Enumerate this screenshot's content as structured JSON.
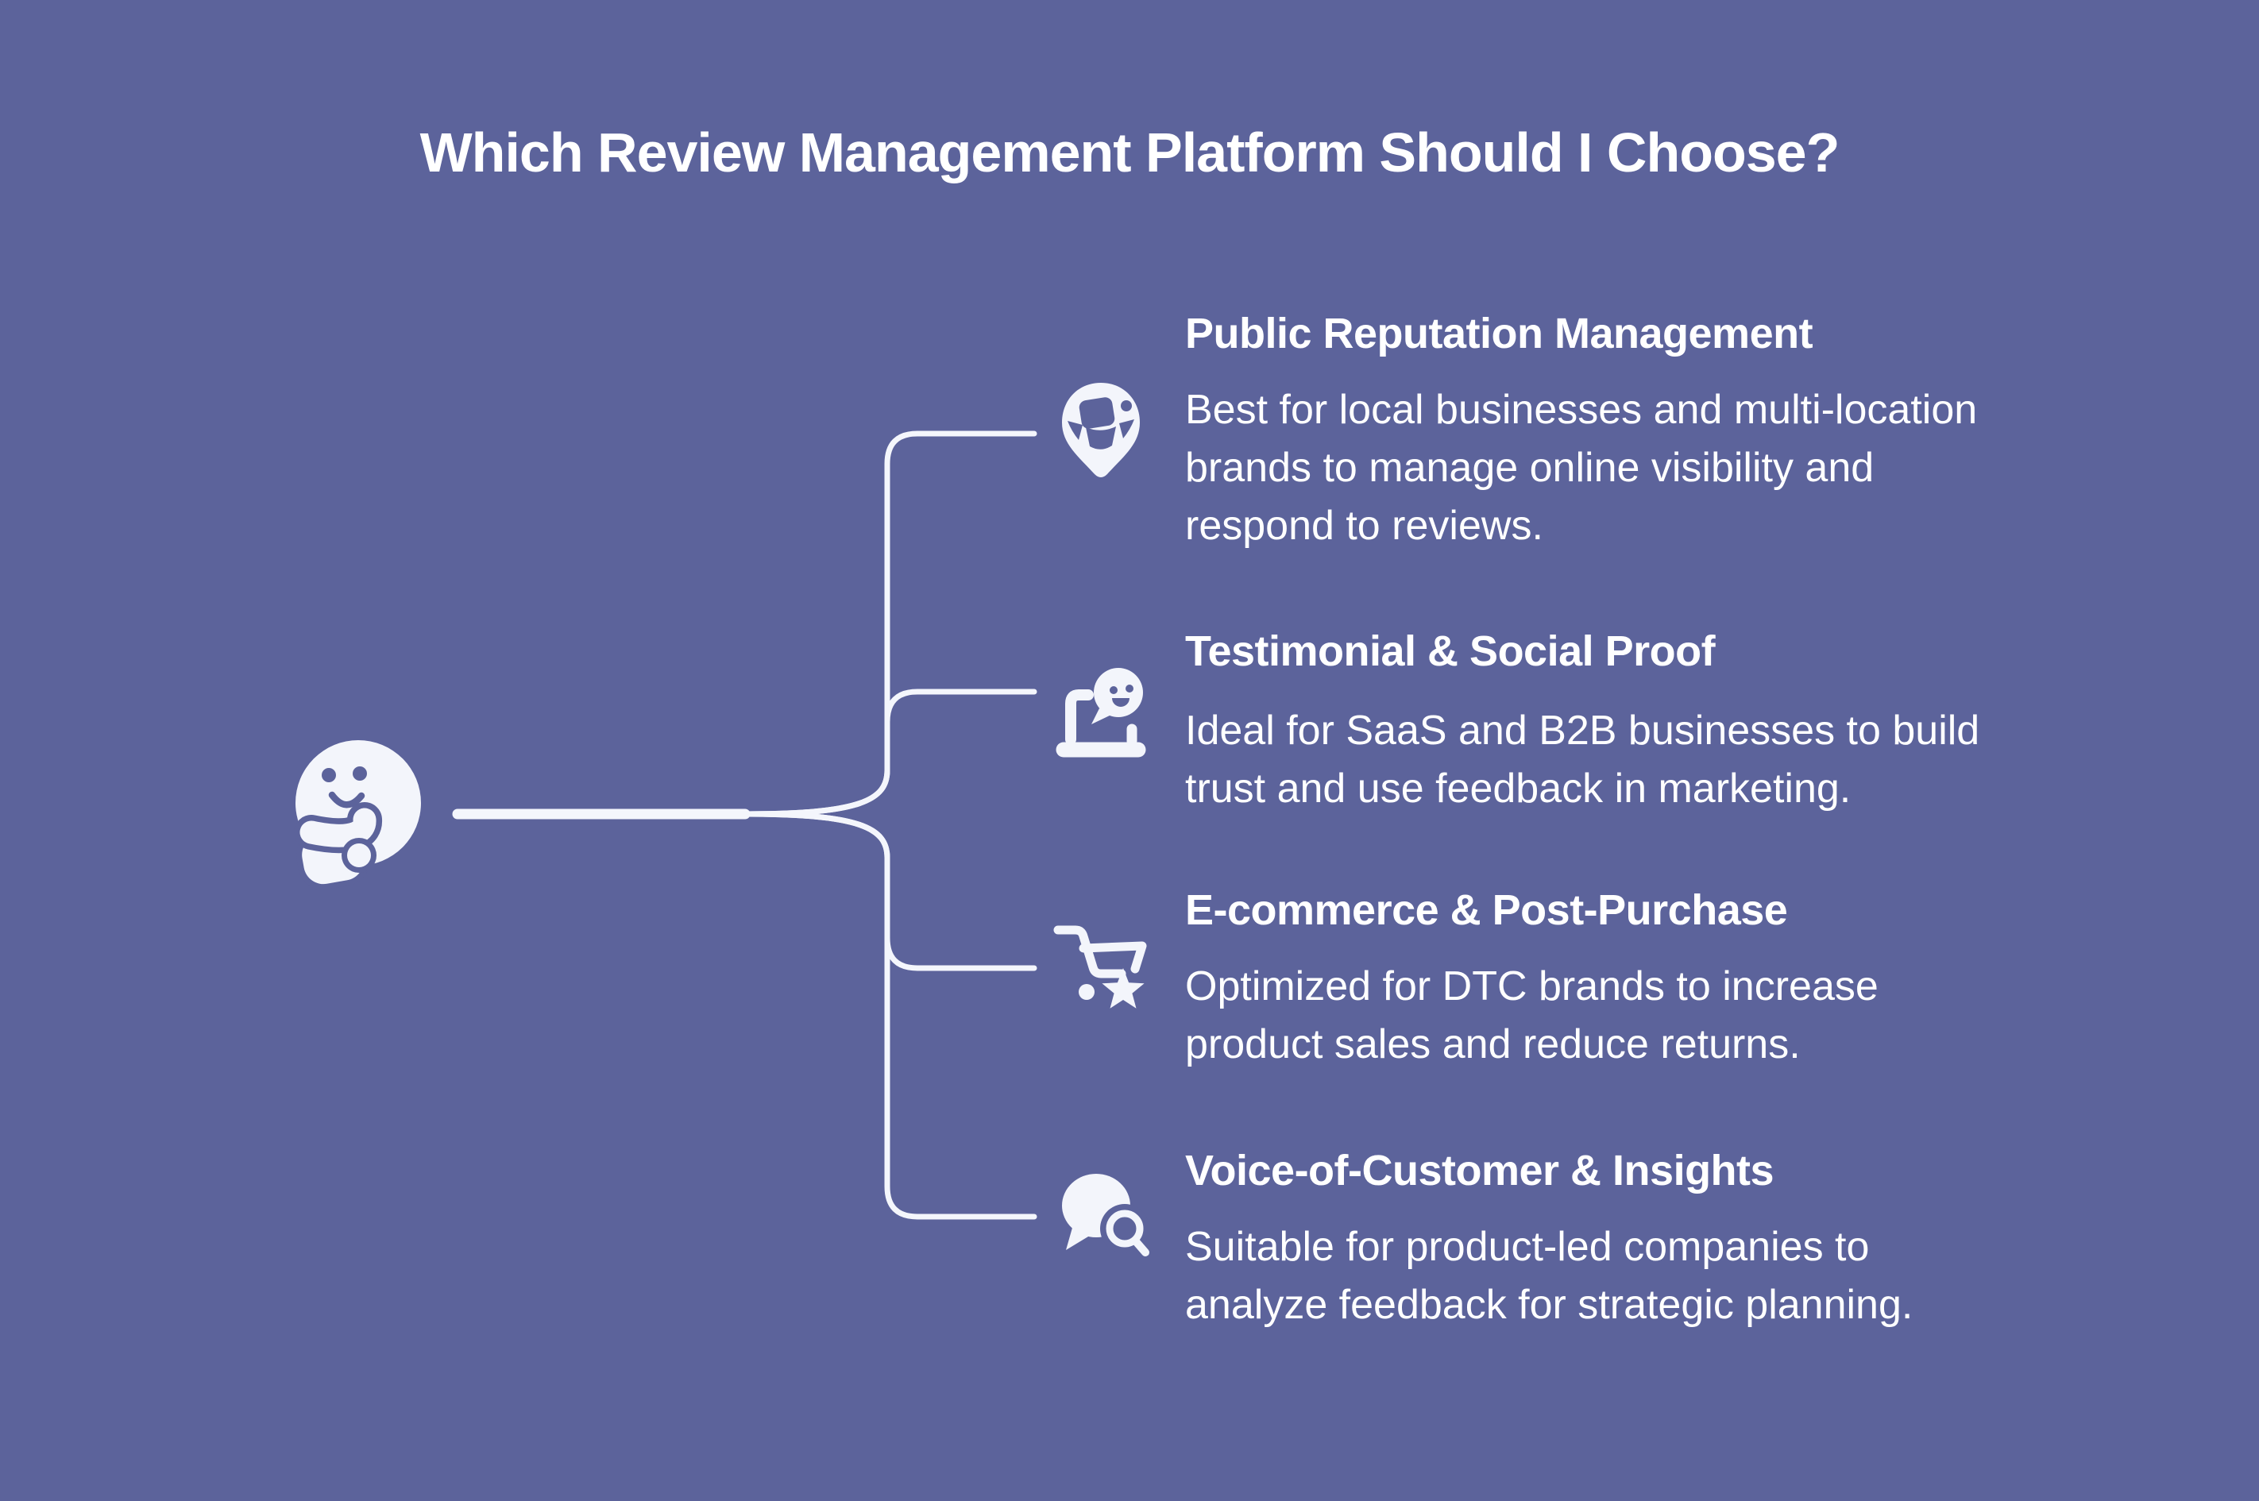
{
  "title": "Which Review Management Platform Should I Choose?",
  "theme": {
    "bg": "#5c639b",
    "ink": "#ffffff",
    "icon": "#f3f5fb",
    "line": "#f4f6fc"
  },
  "root": {
    "icon": "thinking-face-icon"
  },
  "branches": [
    {
      "icon": "map-pin-reputation-icon",
      "heading": "Public Reputation Management",
      "body": "Best for local businesses and multi-location\nbrands to manage online visibility and\nrespond to reviews."
    },
    {
      "icon": "laptop-testimonial-icon",
      "heading": "Testimonial & Social Proof",
      "body": "Ideal for SaaS and B2B businesses to build\ntrust and use feedback in marketing."
    },
    {
      "icon": "cart-star-icon",
      "heading": "E-commerce & Post-Purchase",
      "body": "Optimized for DTC brands to increase\nproduct sales and reduce returns."
    },
    {
      "icon": "speech-bubble-magnifier-icon",
      "heading": "Voice-of-Customer & Insights",
      "body": "Suitable for product-led companies to\nanalyze feedback for strategic planning."
    }
  ]
}
